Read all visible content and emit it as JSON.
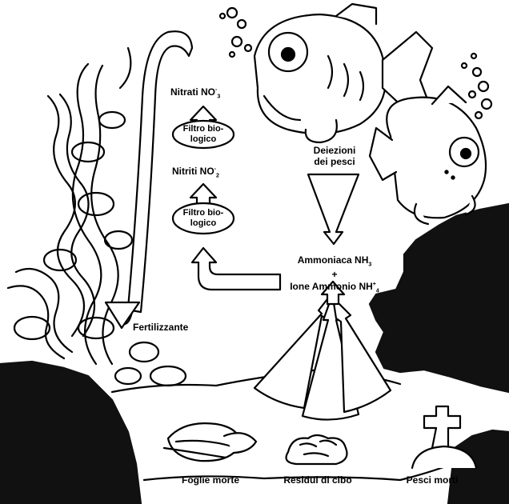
{
  "labels": {
    "nitrati": "Nitrati NO",
    "nitrati_sup": "-",
    "nitrati_sub": "3",
    "filtro1_line1": "Filtro bio-",
    "filtro1_line2": "logico",
    "nitriti": "Nitriti NO",
    "nitriti_sup": "-",
    "nitriti_sub": "2",
    "filtro2_line1": "Filtro bio-",
    "filtro2_line2": "logico",
    "deiezioni_line1": "Deiezioni",
    "deiezioni_line2": "dei pesci",
    "ammoniaca": "Ammoniaca NH",
    "ammoniaca_sub": "3",
    "plus": "+",
    "ione": "Ione Ammonio NH",
    "ione_sup": "+",
    "ione_sub": "4",
    "fertilizzante": "Fertilizzante",
    "foglie": "Foglie morte",
    "residui": "Residui di cibo",
    "pesci_morti": "Pesci morti"
  },
  "colors": {
    "ink": "#000000",
    "paper": "#ffffff",
    "rock": "#111111"
  }
}
